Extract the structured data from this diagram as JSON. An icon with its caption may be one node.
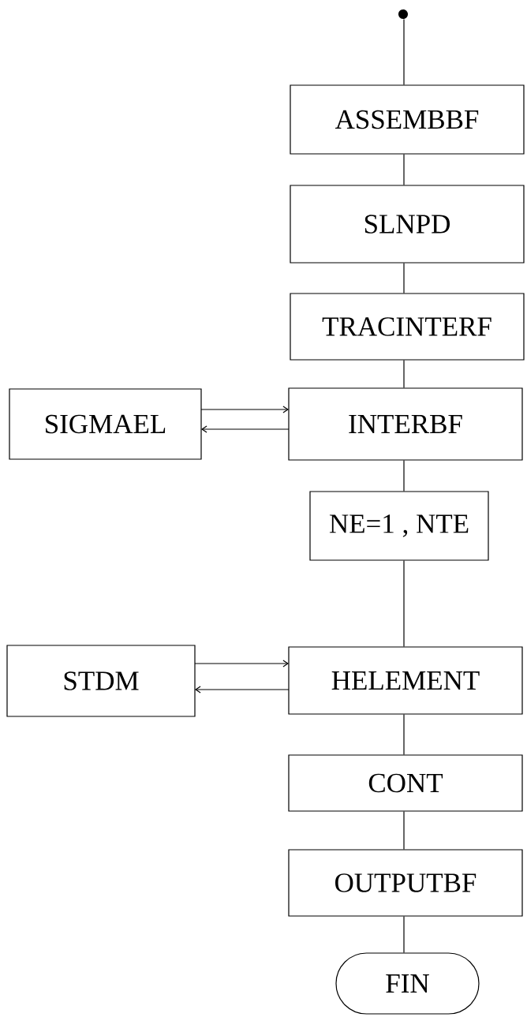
{
  "diagram": {
    "nodes": [
      {
        "text": [],
        "shape": "circle"
      },
      {
        "text": [
          "ASSEMBBF"
        ]
      },
      {
        "text": [
          "SLNPD"
        ]
      },
      {
        "text": [
          "TRACINTERF"
        ]
      },
      {
        "text": [
          "SIGMAEL"
        ]
      },
      {
        "text": [
          "INTERBF"
        ]
      },
      {
        "text": [
          "NE=1 , NTE"
        ]
      },
      {
        "text": [
          "STDM"
        ]
      },
      {
        "text": [
          "HELEMENT"
        ]
      },
      {
        "text": [
          "CONT"
        ]
      },
      {
        "text": [
          "OUTPUTBF"
        ]
      },
      {
        "text": [
          "FIN"
        ]
      }
    ],
    "edges": [
      {
        "from": 0,
        "to": 1,
        "arrow": "none"
      },
      {
        "from": 1,
        "to": 2,
        "arrow": "none"
      },
      {
        "from": 2,
        "to": 3,
        "arrow": "none"
      },
      {
        "from": 3,
        "to": 5,
        "arrow": "none"
      },
      {
        "from": 4,
        "to": 5,
        "arrow": "to"
      },
      {
        "from": 5,
        "to": 4,
        "arrow": "to"
      },
      {
        "from": 5,
        "to": 6,
        "arrow": "none"
      },
      {
        "from": 6,
        "to": 8,
        "arrow": "none"
      },
      {
        "from": 7,
        "to": 8,
        "arrow": "to"
      },
      {
        "from": 8,
        "to": 7,
        "arrow": "to"
      },
      {
        "from": 8,
        "to": 9,
        "arrow": "none"
      },
      {
        "from": 9,
        "to": 10,
        "arrow": "none"
      },
      {
        "from": 10,
        "to": 11,
        "arrow": "none"
      }
    ]
  }
}
